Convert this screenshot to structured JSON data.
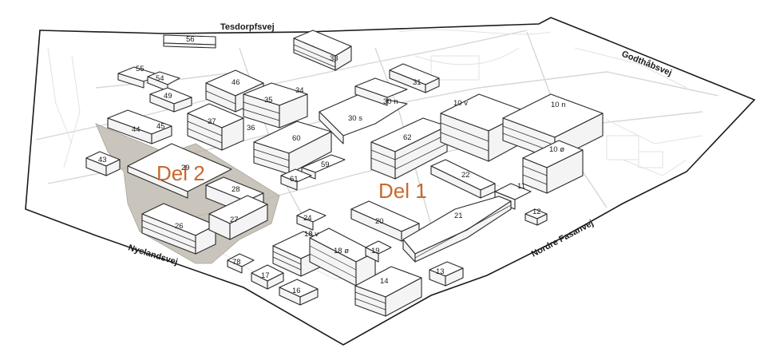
{
  "map": {
    "streets": {
      "north": "Tesdorpfsvej",
      "northeast": "Godthåbsvej",
      "southeast": "Nordre Fasanvej",
      "southwest": "Nyelandsvej"
    },
    "zones": {
      "del1": "Del 1",
      "del2": "Del 2"
    },
    "colors": {
      "zone_label": "#c8692c",
      "zone_fill": "#b9b2a6",
      "outline": "#1a1a1a",
      "roads": "#d6d6d6"
    },
    "buildings": {
      "b56": "56",
      "b33": "33",
      "b31": "31",
      "b55": "55",
      "b54": "54",
      "b46": "46",
      "b34": "34",
      "b35": "35",
      "b49": "49",
      "b30n": "30 n",
      "b10v": "10 v",
      "b10n": "10 n",
      "b30s": "30 s",
      "b44": "44",
      "b45": "45",
      "b37": "37",
      "b36": "36",
      "b60": "60",
      "b62": "62",
      "b10o": "10 ø",
      "b43": "43",
      "b29": "29",
      "b59": "59",
      "b61": "61",
      "b28": "28",
      "b22": "22",
      "b11": "11",
      "b27": "27",
      "b24": "24",
      "b20": "20",
      "b21": "21",
      "b12": "12",
      "b26": "26",
      "b18v": "18 v",
      "b18o": "18 ø",
      "b19": "19",
      "b78": "78",
      "b17": "17",
      "b13": "13",
      "b14": "14",
      "b16": "16"
    }
  }
}
